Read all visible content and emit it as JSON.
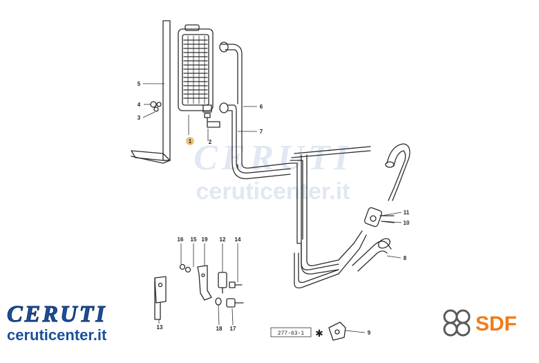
{
  "watermark": {
    "brand": "CERUTI",
    "site": "ceruticenter.it"
  },
  "footer": {
    "brand_logo": "CERUTI",
    "site": "ceruticenter.it",
    "sdf_logo": "SDF",
    "diagram_ref": "277-63-1",
    "asterisk": "✱"
  },
  "callouts": {
    "p1": "1",
    "p2": "2",
    "p3": "3",
    "p4": "4",
    "p5": "5",
    "p6": "6",
    "p7": "7",
    "p8": "8",
    "p9": "9",
    "p10": "10",
    "p11": "11",
    "p12": "12",
    "p13": "13",
    "p14": "14",
    "p15": "15",
    "p16": "16",
    "p17": "17",
    "p18": "18",
    "p19": "19"
  },
  "colors": {
    "line": "#2a2a2a",
    "watermark": "#c9d6ea",
    "brand_blue": "#1b4f9c",
    "sdf_orange": "#f07c1a",
    "sdf_grey": "#5a5a5a",
    "highlight_badge": "#f1c27d"
  }
}
